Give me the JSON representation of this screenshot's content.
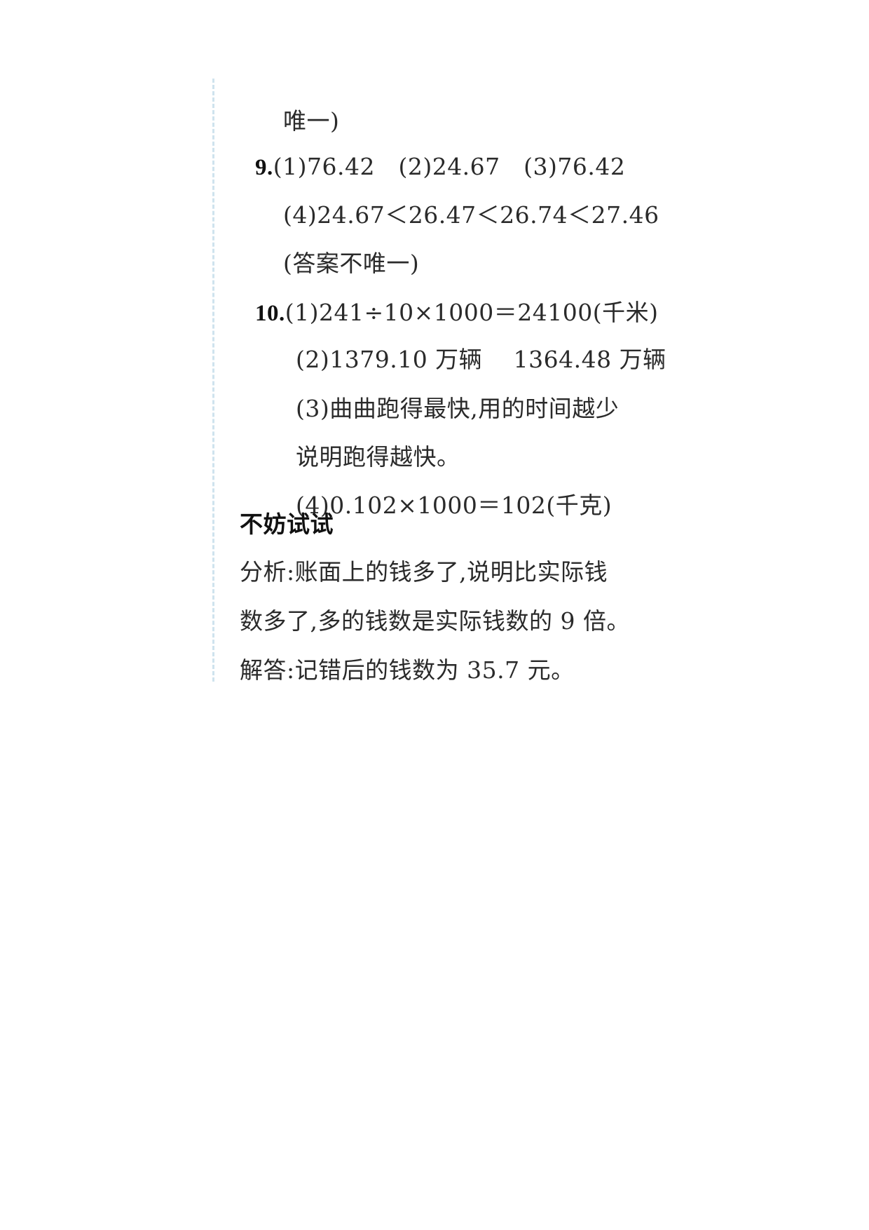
{
  "document": {
    "lines": [
      {
        "text": "唯一)"
      },
      {
        "number": "9.",
        "text": "(1)76.42　(2)24.67　(3)76.42"
      },
      {
        "text": "(4)24.67＜26.47＜26.74＜27.46"
      },
      {
        "text": "(答案不唯一)"
      },
      {
        "number": "10.",
        "text": "(1)241÷10×1000＝24100(千米)"
      },
      {
        "text": "(2)1379.10 万辆　 1364.48 万辆"
      },
      {
        "text": "(3)曲曲跑得最快,用的时间越少"
      },
      {
        "text": "说明跑得越快。"
      },
      {
        "text": "(4)0.102×1000＝102(千克)"
      }
    ],
    "section_heading": "不妨试试",
    "analysis": [
      "分析:账面上的钱多了,说明比实际钱",
      "数多了,多的钱数是实际钱数的 9 倍。"
    ],
    "answer": "解答:记错后的钱数为 35.7 元。"
  },
  "colors": {
    "text": "#2a2a2a",
    "margin_line": "#cfe3ee"
  }
}
